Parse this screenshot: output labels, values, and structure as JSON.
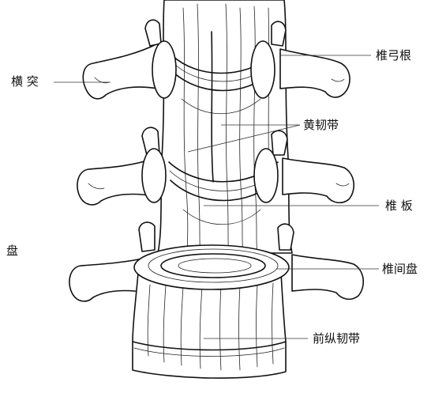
{
  "labels": {
    "transverse_process": "横 突",
    "pedicle": "椎弓根",
    "ligamentum_flavum": "黄韧带",
    "lamina": "椎 板",
    "intervertebral_disc": "椎间盘",
    "anterior_longitudinal_ligament": "前纵韧带",
    "left_edge_fragment": "盘"
  },
  "colors": {
    "ink": "#111111",
    "background": "#ffffff"
  }
}
